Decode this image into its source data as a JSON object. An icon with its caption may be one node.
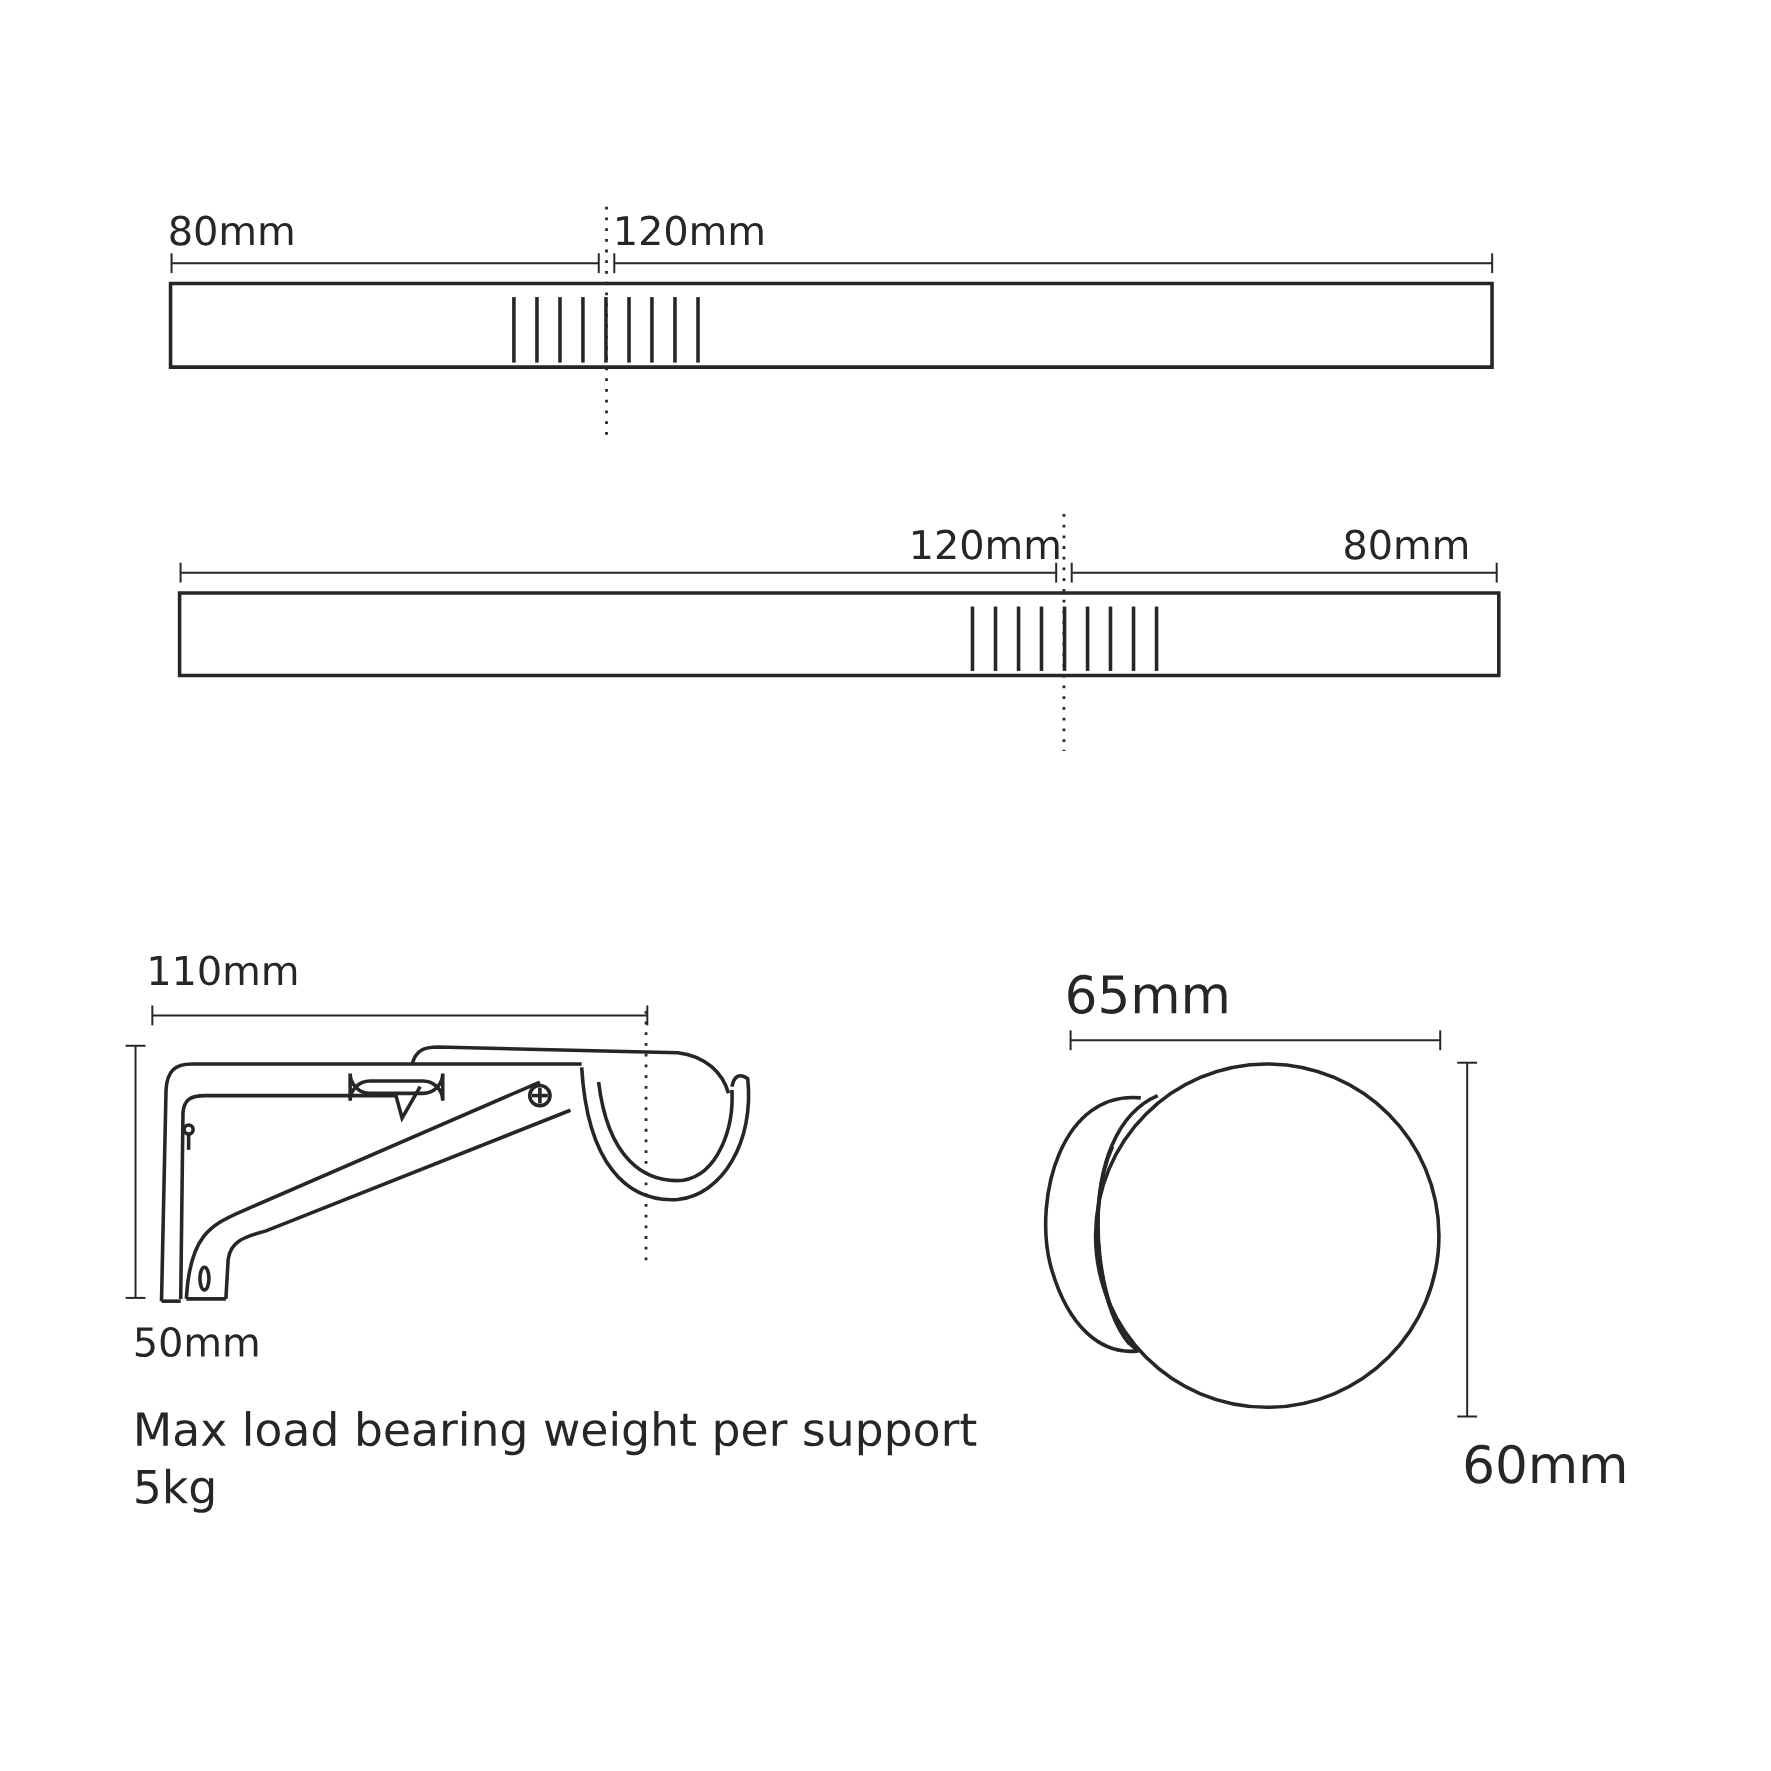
{
  "diagram": {
    "labels": [
      "80mm",
      "120mm",
      "120mm",
      "80mm",
      "110mm",
      "65mm",
      "50mm",
      "Max load bearing weight per support",
      "60mm",
      "5kg"
    ]
  }
}
